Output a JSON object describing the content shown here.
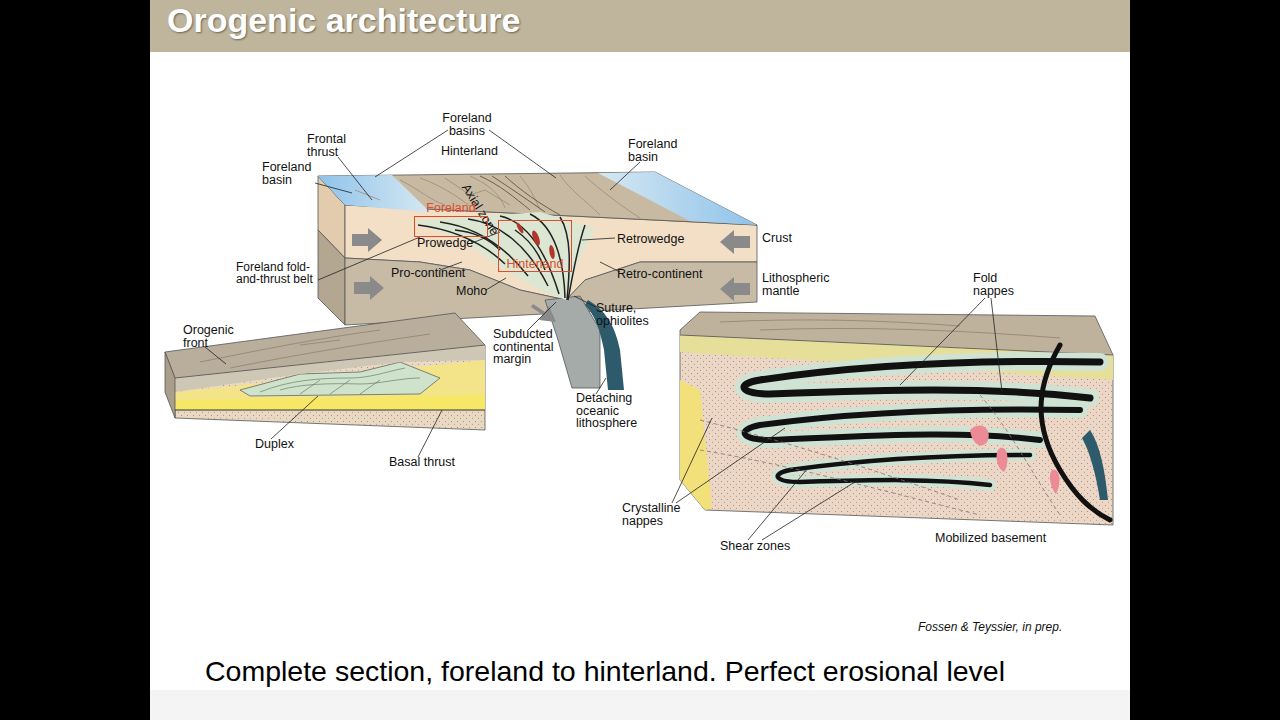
{
  "diagram": {
    "title": "Orogenic architecture",
    "caption": "Complete section, foreland to hinterland. Perfect erosional level",
    "nodes": [
      {
        "text": [
          "Foreland"
        ]
      },
      {
        "text": [
          "Hinterland"
        ]
      }
    ],
    "labels": [
      "Foreland basins",
      "Frontal thrust",
      "Foreland basin",
      "Hinterland",
      "Axial zone",
      "Foreland basin",
      "Prowedge",
      "Retrowedge",
      "Crust",
      "Foreland fold-and-thrust belt",
      "Pro-continent",
      "Retro-continent",
      "Lithospheric mantle",
      "Moho",
      "Suture, ophiolites",
      "Subducted continental margin",
      "Detaching oceanic lithosphere",
      "Orogenic front",
      "Duplex",
      "Basal thrust",
      "Fold nappes",
      "Crystalline nappes",
      "Shear zones",
      "Mobilized basement",
      "Fossen & Teyssier, in prep."
    ]
  }
}
